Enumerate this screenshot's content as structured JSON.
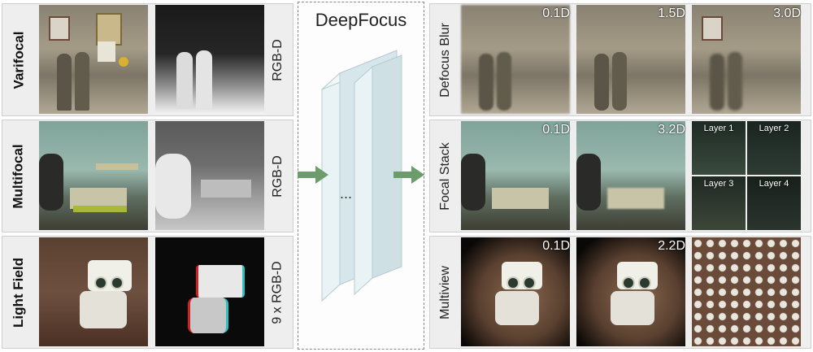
{
  "title": "DeepFocus",
  "ellipsis": "...",
  "rows": [
    {
      "label": "Varifocal",
      "input_label": "RGB-D"
    },
    {
      "label": "Multifocal",
      "input_label": "RGB-D"
    },
    {
      "label": "Light Field",
      "input_label": "9 x RGB-D"
    }
  ],
  "outputs": [
    {
      "label": "Defocus Blur",
      "tags": [
        "0.1D",
        "1.5D",
        "3.0D"
      ]
    },
    {
      "label": "Focal Stack",
      "tags": [
        "0.1D",
        "3.2D"
      ],
      "layers": [
        "Layer 1",
        "Layer 2",
        "Layer 3",
        "Layer 4"
      ]
    },
    {
      "label": "Multiview",
      "tags": [
        "0.1D",
        "2.2D"
      ]
    }
  ],
  "colors": {
    "arrow": "#6c9c6c",
    "network": "#cfe0e4",
    "panel": "#eeeeee"
  }
}
